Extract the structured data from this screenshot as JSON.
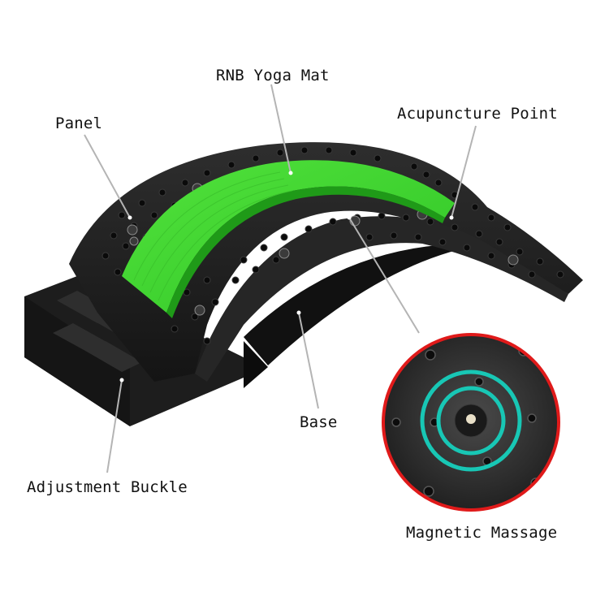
{
  "labels": {
    "yoga_mat": "RNB Yoga Mat",
    "panel": "Panel",
    "acupuncture": "Acupuncture Point",
    "base": "Base",
    "buckle": "Adjustment Buckle",
    "magnetic": "Magnetic Massage"
  },
  "colors": {
    "mat_green": "#3fd62f",
    "mat_green_dark": "#22a41c",
    "plastic_black": "#1c1c1c",
    "plastic_mid": "#2a2a2a",
    "leader_line": "#b4b4b4",
    "zoom_ring": "#e01a1a",
    "magnet_ring": "#18c7b5"
  }
}
